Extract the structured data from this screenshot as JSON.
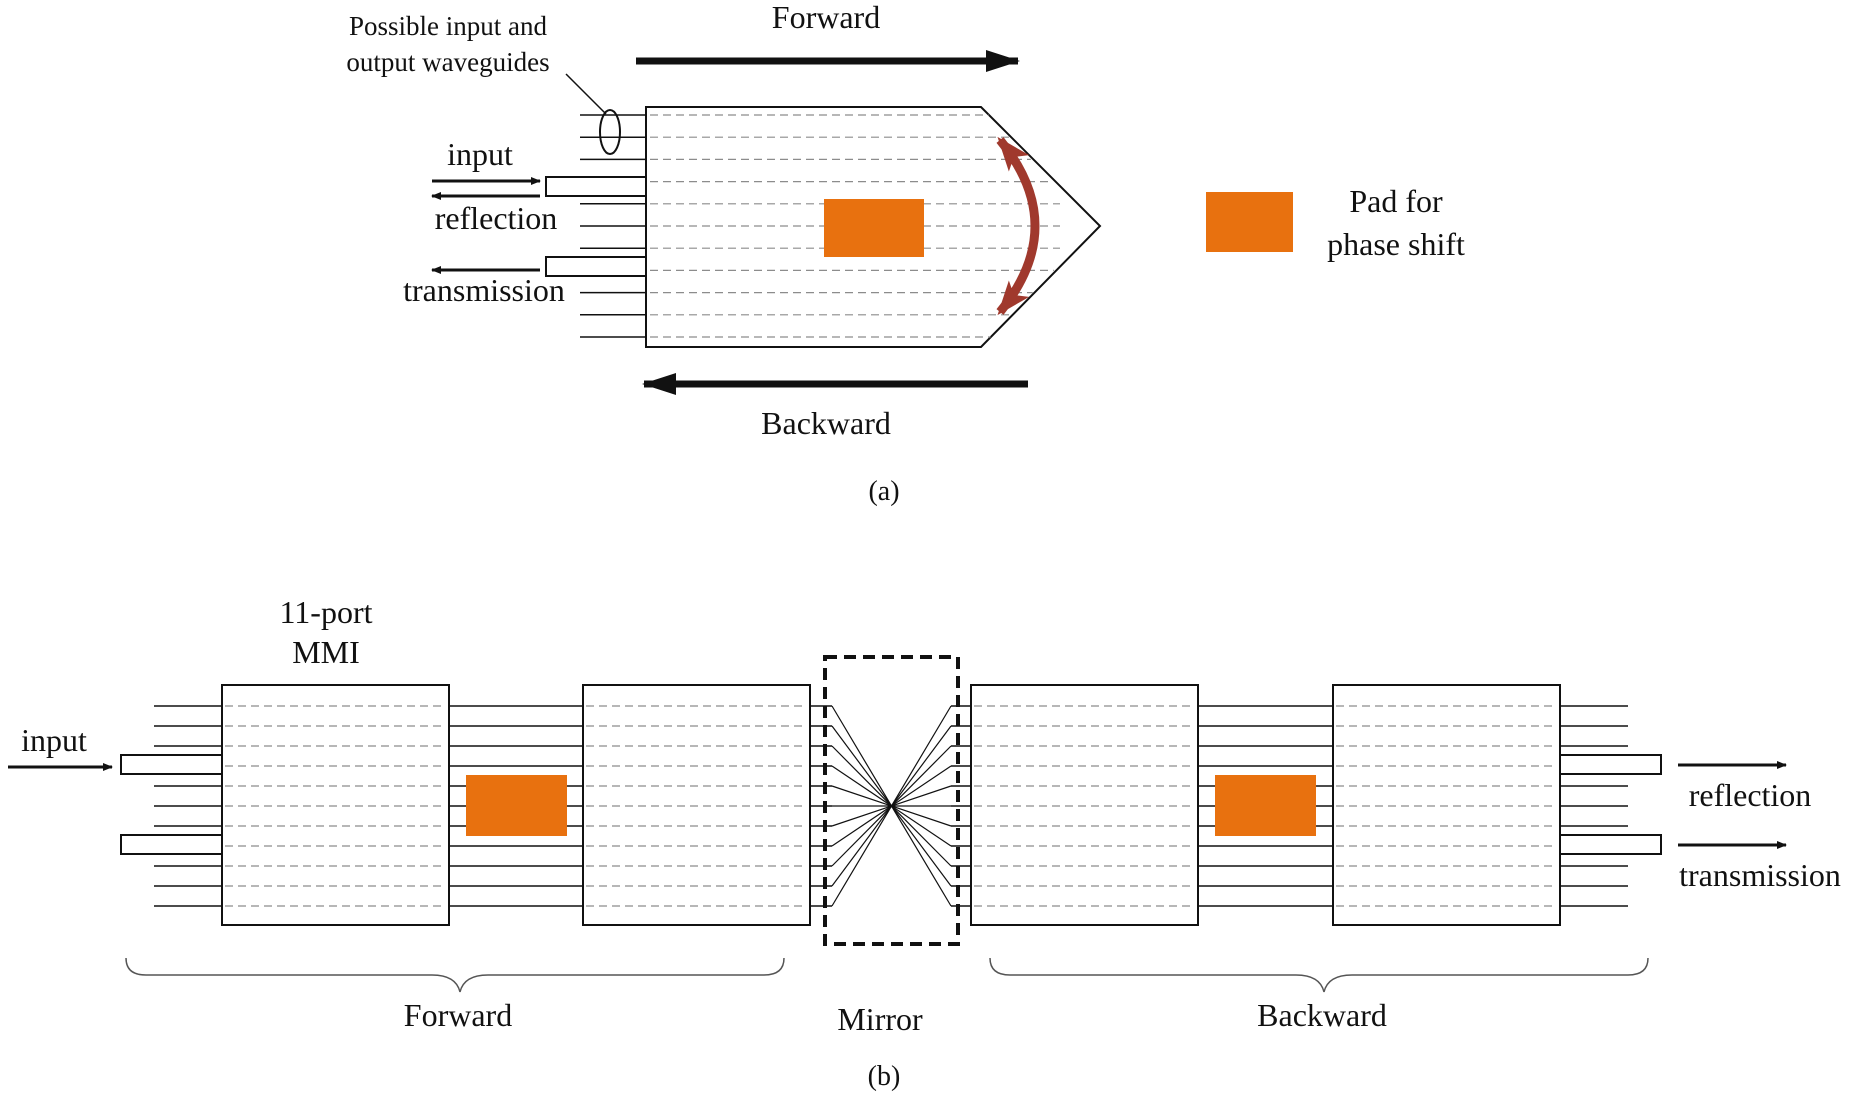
{
  "colors": {
    "pad": "#e8710f",
    "curved_arrow": "#a0392d",
    "line": "#111111",
    "dashed": "#8c8c8c"
  },
  "panel_a": {
    "caption": "(a)",
    "forward_label": "Forward",
    "backward_label": "Backward",
    "waveguide_note_line1": "Possible input and",
    "waveguide_note_line2": "output waveguides",
    "input_label": "input",
    "reflection_label": "reflection",
    "transmission_label": "transmission",
    "legend_pad_line1": "Pad for",
    "legend_pad_line2": "phase shift"
  },
  "panel_b": {
    "caption": "(b)",
    "mmi_label_line1": "11-port",
    "mmi_label_line2": "MMI",
    "input_label": "input",
    "reflection_label": "reflection",
    "transmission_label": "transmission",
    "forward_label": "Forward",
    "mirror_label": "Mirror",
    "backward_label": "Backward"
  }
}
